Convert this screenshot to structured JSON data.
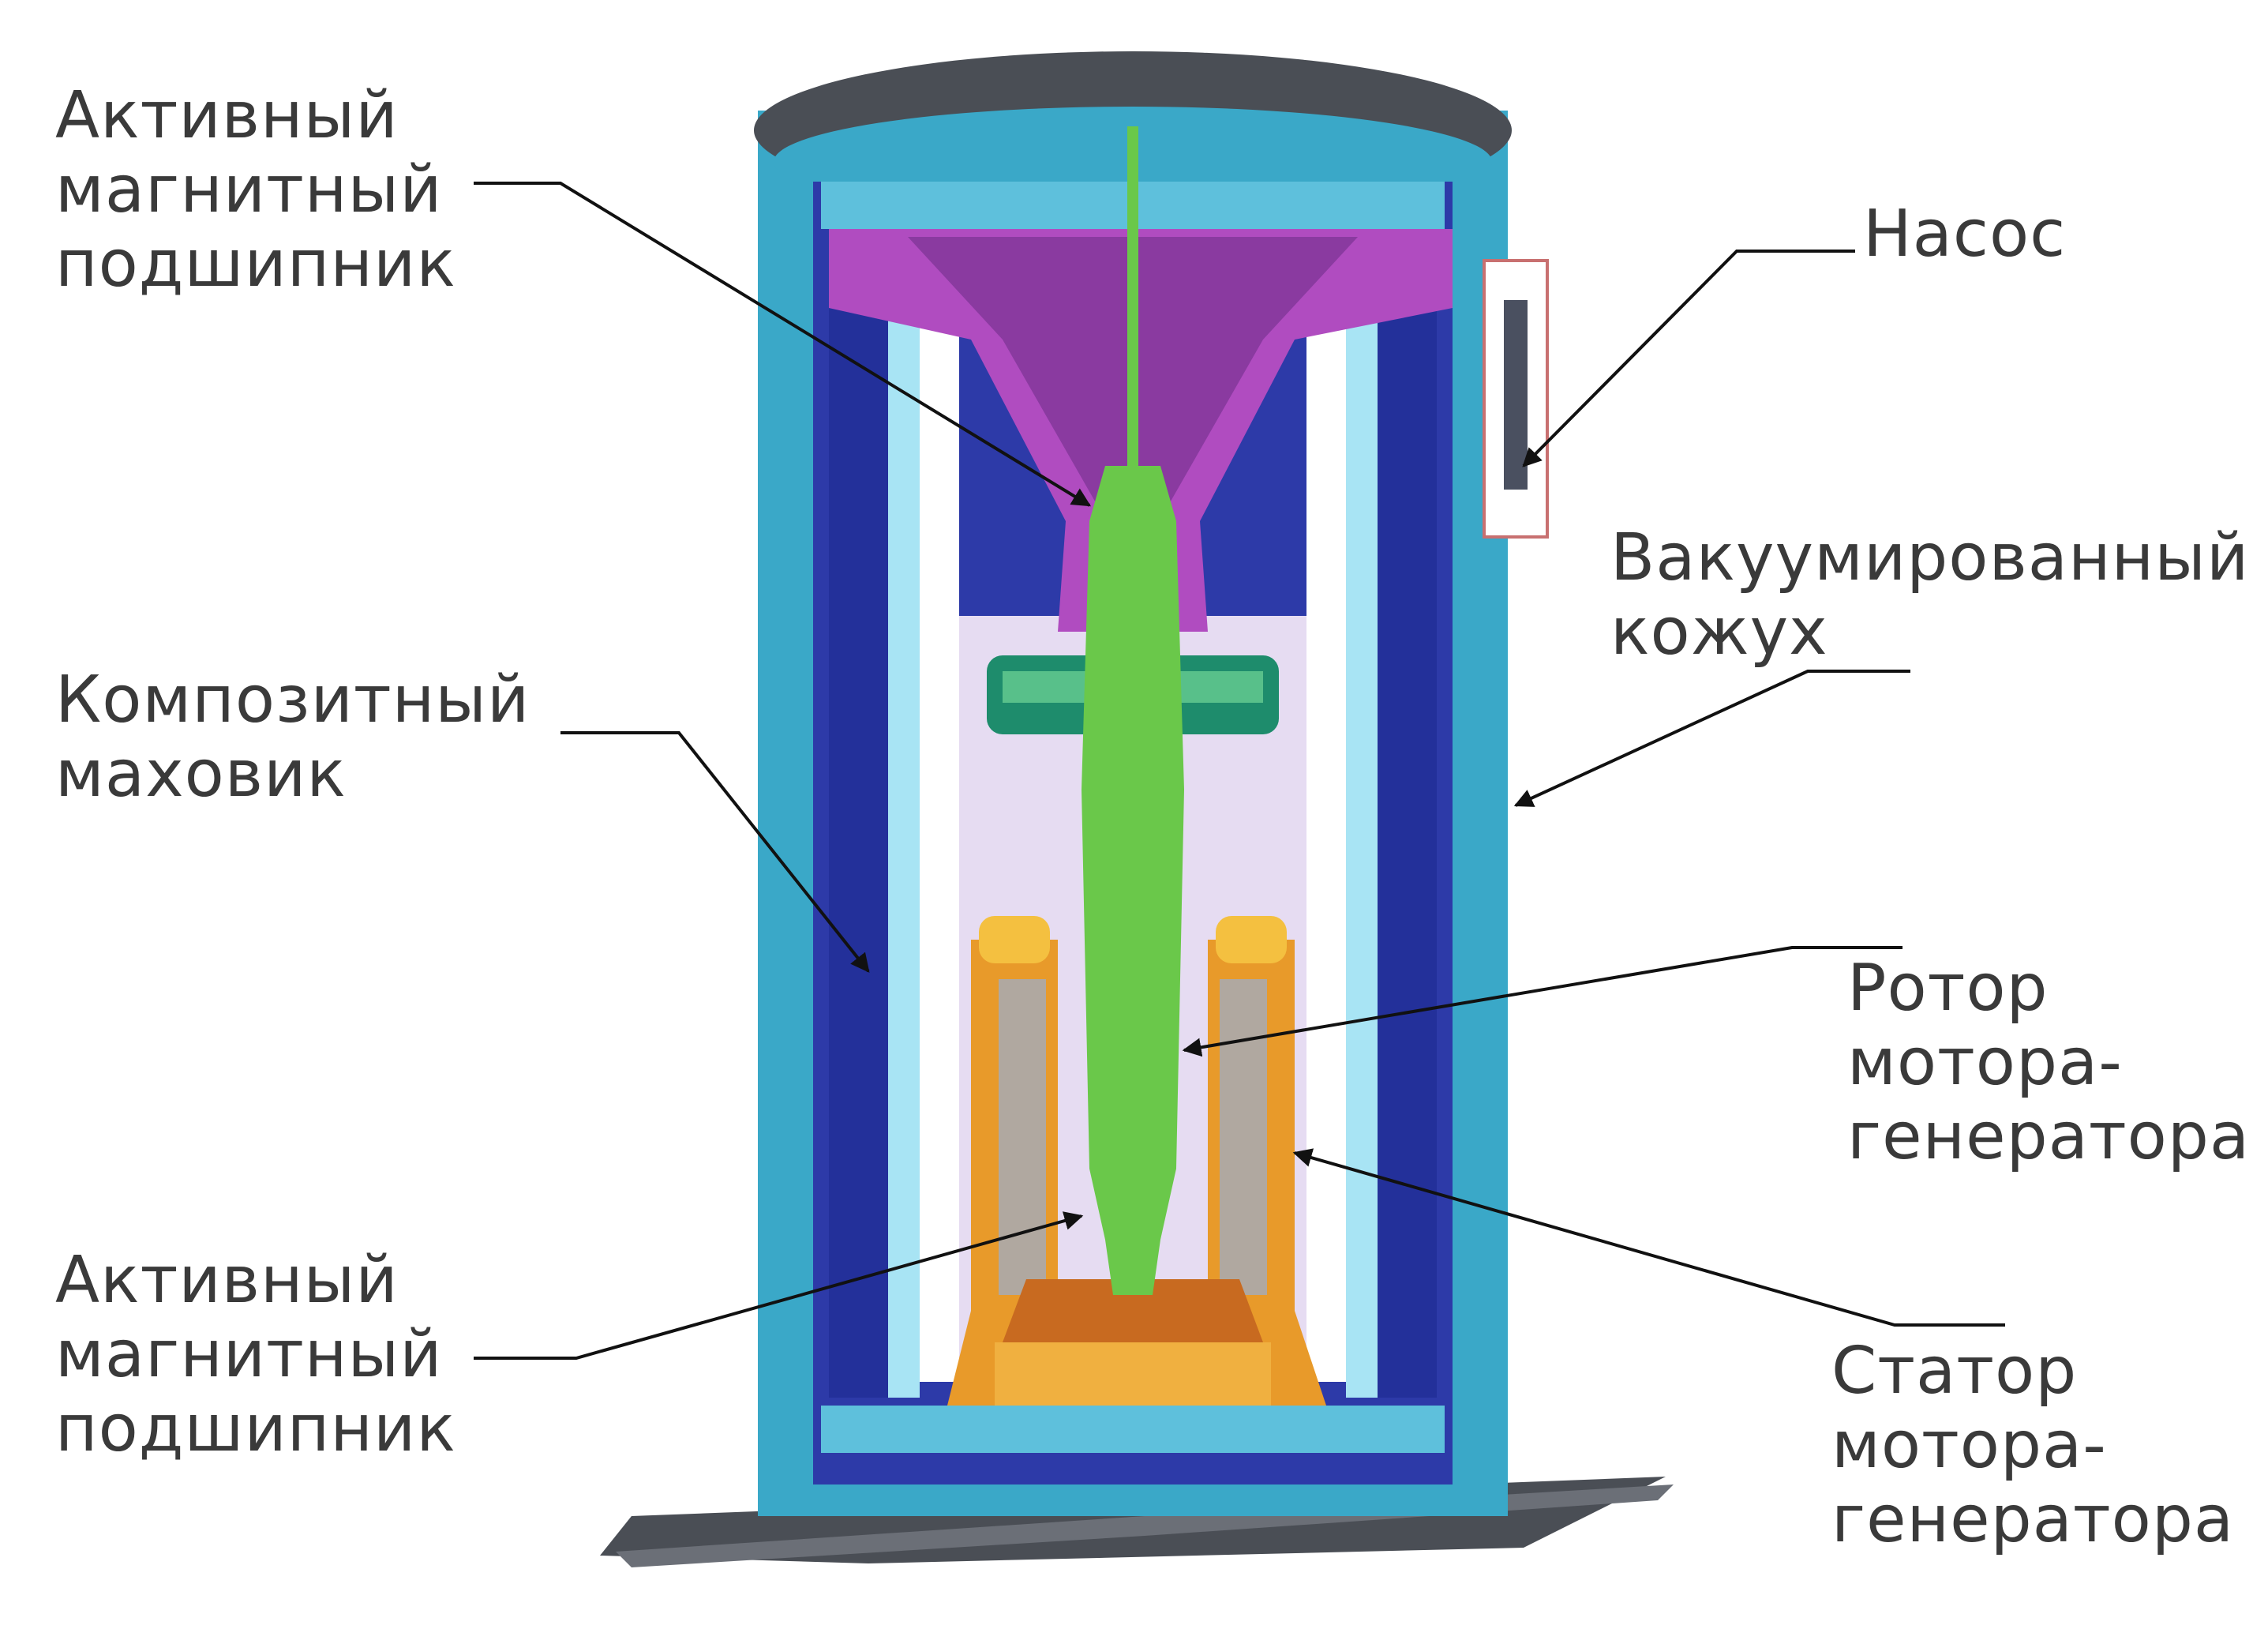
{
  "labels": {
    "top_bearing": {
      "lines": [
        "Активный",
        "магнитный",
        "подшипник"
      ]
    },
    "flywheel": {
      "lines": [
        "Композитный",
        "маховик"
      ]
    },
    "bottom_bearing": {
      "lines": [
        "Активный",
        "магнитный",
        "подшипник"
      ]
    },
    "pump": {
      "lines": [
        "Насос"
      ]
    },
    "housing": {
      "lines": [
        "Вакуумированный",
        "кожух"
      ]
    },
    "rotor": {
      "lines": [
        "Ротор",
        "мотора-",
        "генератора"
      ]
    },
    "stator": {
      "lines": [
        "Статор",
        "мотора-",
        "генератора"
      ]
    }
  },
  "colors": {
    "outer_shell": "#3aa8c8",
    "lid": "#4a4e55",
    "inner_wall": "#2d3aa8",
    "liner": "#a8e4f4",
    "hub": "#b04cc0",
    "shaft": "#6ac84a",
    "stator": "#e89a2a",
    "bearing_ring": "#1e8c6c",
    "base": "#4a4e55"
  }
}
